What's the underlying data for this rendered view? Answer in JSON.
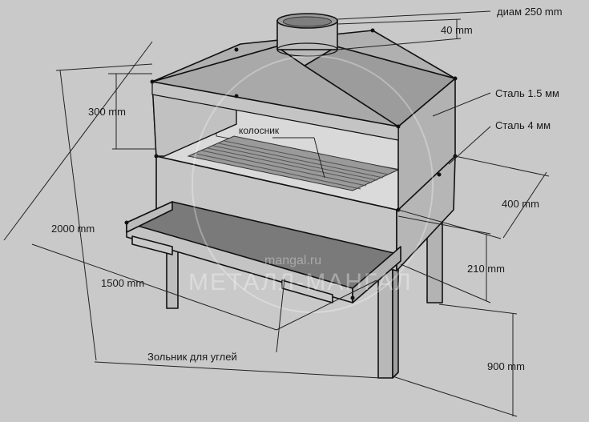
{
  "labels": {
    "chimney_diameter": "диам 250 mm",
    "chimney_height": "40 mm",
    "sheet_steel": "Сталь 1.5 мм",
    "frame_steel": "Сталь 4 мм",
    "hood_opening": "300 mm",
    "grate": "колосник",
    "firebox_depth": "400 mm",
    "total_height": "2000 mm",
    "ash_tray_height": "210 mm",
    "width": "1500  mm",
    "leg_height": "900 mm",
    "ash_tray": "Зольник для углей"
  },
  "watermark": {
    "site": "mangal.ru",
    "brand": "МЕТАЛЛ-МАНГАЛ"
  },
  "colors": {
    "background": "#c9c9c9",
    "body_front": "#bfbfbf",
    "hood_top": "#a8a8a8",
    "side": "#b5b5b5",
    "interior": "#d6d6d6",
    "tray": "#7d7d7d"
  }
}
